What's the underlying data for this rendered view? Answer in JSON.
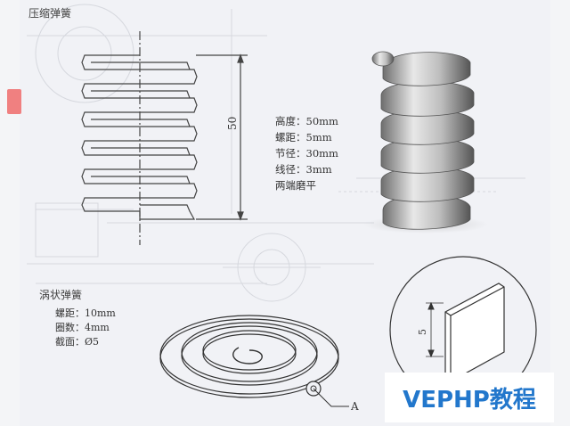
{
  "compression_spring": {
    "title": "压缩弹簧",
    "dimension": "50",
    "specs": [
      "高度：50mm",
      "螺距：5mm",
      "节径：30mm",
      "线径：3mm",
      "两端磨平"
    ]
  },
  "spiral_spring": {
    "title": "涡状弹簧",
    "specs": [
      "螺距：10mm",
      "圈数：4mm",
      "截面：Ø5"
    ],
    "callout": "A"
  },
  "detail": {
    "dimension": "5"
  },
  "watermark": "VEPHP教程",
  "colors": {
    "line": "#444444",
    "watermark": "#2277cc",
    "accent": "#f08080"
  }
}
